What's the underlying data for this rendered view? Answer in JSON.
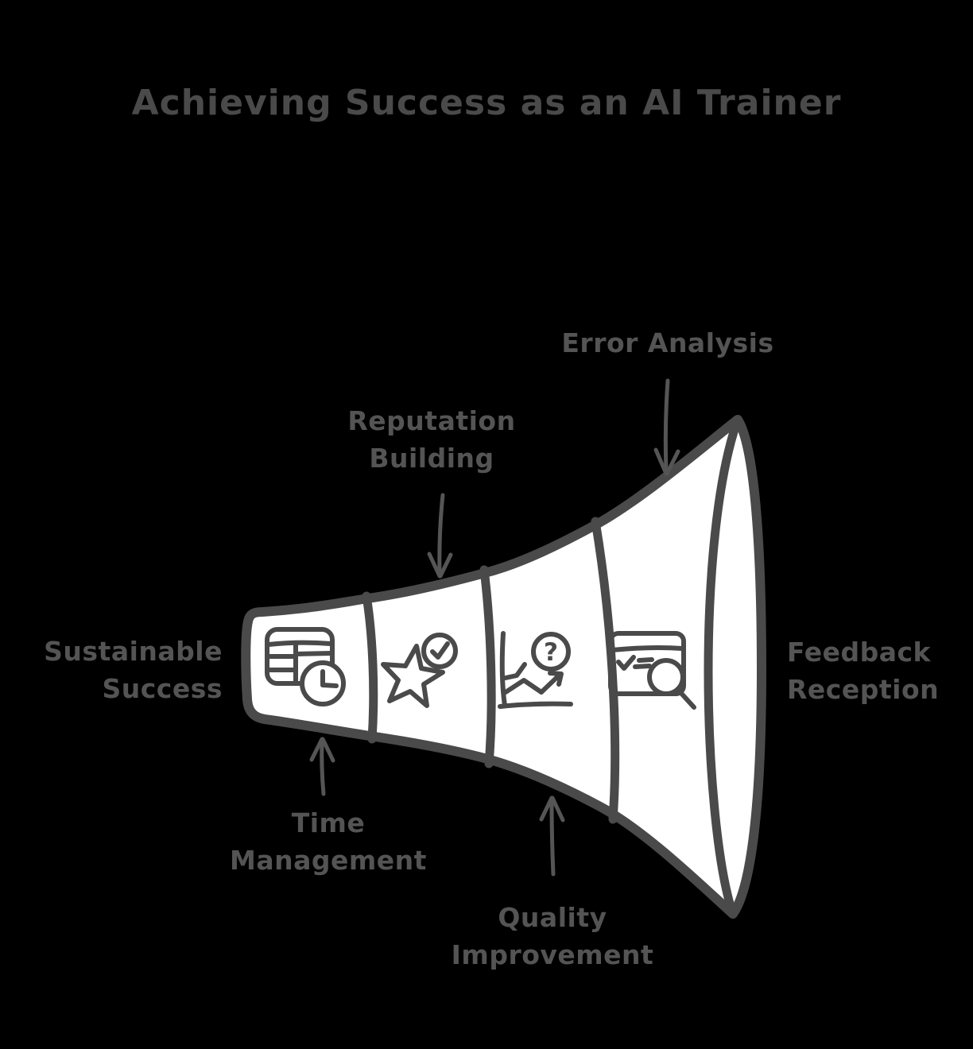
{
  "title": "Achieving Success as an AI Trainer",
  "colors": {
    "background": "#000000",
    "ink": "#4a4a4a",
    "label_text": "#545454",
    "funnel_fill": "#ffffff",
    "arrow": "#555555"
  },
  "funnel": {
    "shape": "horn-funnel-left-to-right",
    "stages": [
      {
        "icon": "table-clock-icon"
      },
      {
        "icon": "star-check-icon"
      },
      {
        "icon": "chart-question-icon"
      },
      {
        "icon": "review-search-icon"
      }
    ],
    "question_glyph": "?"
  },
  "labels": {
    "error_analysis": {
      "line1": "Error Analysis"
    },
    "reputation_building": {
      "line1": "Reputation",
      "line2": "Building"
    },
    "sustainable_success": {
      "line1": "Sustainable",
      "line2": "Success"
    },
    "feedback_reception": {
      "line1": "Feedback",
      "line2": "Reception"
    },
    "time_management": {
      "line1": "Time",
      "line2": "Management"
    },
    "quality_improvement": {
      "line1": "Quality",
      "line2": "Improvement"
    }
  }
}
